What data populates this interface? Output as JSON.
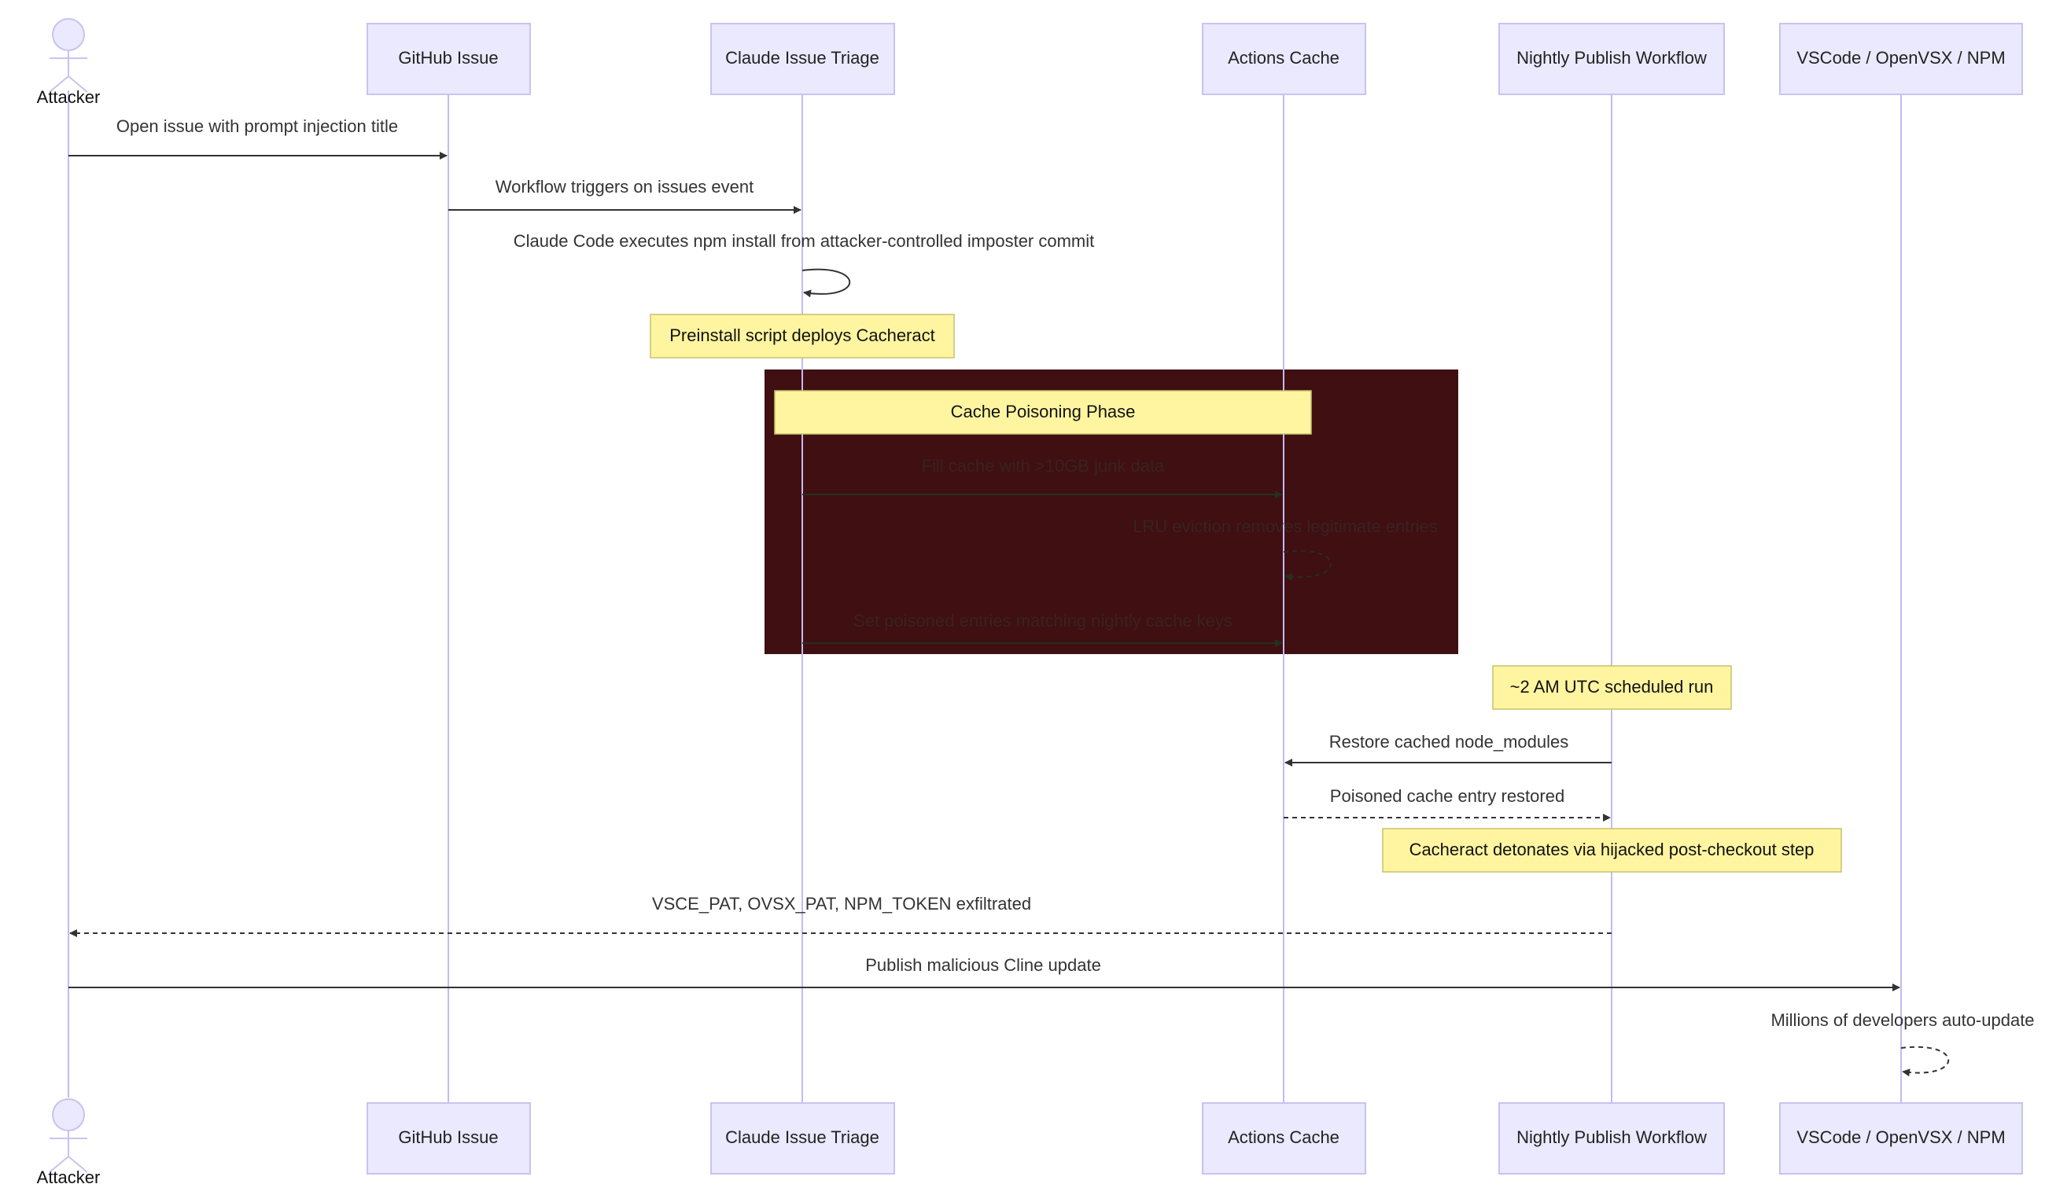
{
  "diagram": {
    "type": "sequence",
    "participants": [
      {
        "id": "attacker",
        "label": "Attacker",
        "kind": "actor"
      },
      {
        "id": "issue",
        "label": "GitHub Issue",
        "kind": "box"
      },
      {
        "id": "triage",
        "label": "Claude Issue Triage",
        "kind": "box"
      },
      {
        "id": "cache",
        "label": "Actions Cache",
        "kind": "box"
      },
      {
        "id": "nightly",
        "label": "Nightly Publish Workflow",
        "kind": "box"
      },
      {
        "id": "registry",
        "label": "VSCode / OpenVSX / NPM",
        "kind": "box"
      }
    ],
    "messages": [
      {
        "from": "attacker",
        "to": "issue",
        "label": "Open issue with prompt injection title",
        "style": "solid"
      },
      {
        "from": "issue",
        "to": "triage",
        "label": "Workflow triggers on issues event",
        "style": "solid"
      },
      {
        "from": "triage",
        "to": "triage",
        "label": "Claude Code executes npm install from attacker-controlled imposter commit",
        "style": "solid"
      },
      {
        "from": "triage",
        "to": "cache",
        "label": "Fill cache with >10GB junk data",
        "style": "solid",
        "in_block": true
      },
      {
        "from": "cache",
        "to": "cache",
        "label": "LRU eviction removes legitimate entries",
        "style": "dashed",
        "in_block": true
      },
      {
        "from": "triage",
        "to": "cache",
        "label": "Set poisoned entries matching nightly cache keys",
        "style": "solid",
        "in_block": true
      },
      {
        "from": "nightly",
        "to": "cache",
        "label": "Restore cached node_modules",
        "style": "solid"
      },
      {
        "from": "cache",
        "to": "nightly",
        "label": "Poisoned cache entry restored",
        "style": "dashed"
      },
      {
        "from": "nightly",
        "to": "attacker",
        "label": "VSCE_PAT, OVSX_PAT, NPM_TOKEN exfiltrated",
        "style": "dashed"
      },
      {
        "from": "attacker",
        "to": "registry",
        "label": "Publish malicious Cline update",
        "style": "solid"
      },
      {
        "from": "registry",
        "to": "registry",
        "label": "Millions of developers auto-update",
        "style": "dashed"
      }
    ],
    "notes": [
      {
        "over": "triage",
        "text": "Preinstall script deploys Cacheract"
      },
      {
        "over": "nightly",
        "text": "~2 AM UTC scheduled run"
      },
      {
        "over": "nightly",
        "text": "Cacheract detonates via hijacked post-checkout step"
      }
    ],
    "block": {
      "label": "Cache Poisoning Phase",
      "background": "#3f0f12"
    },
    "colors": {
      "actor_fill": "#eae9fd",
      "actor_stroke": "#c9c2f0",
      "lifeline": "#c5baf0",
      "note_fill": "#fff5a0",
      "note_stroke": "#c7c26a",
      "arrow": "#333333",
      "block_fill": "#3f0f12",
      "block_arrow": "#26301e",
      "block_text": "#3a2222"
    }
  }
}
